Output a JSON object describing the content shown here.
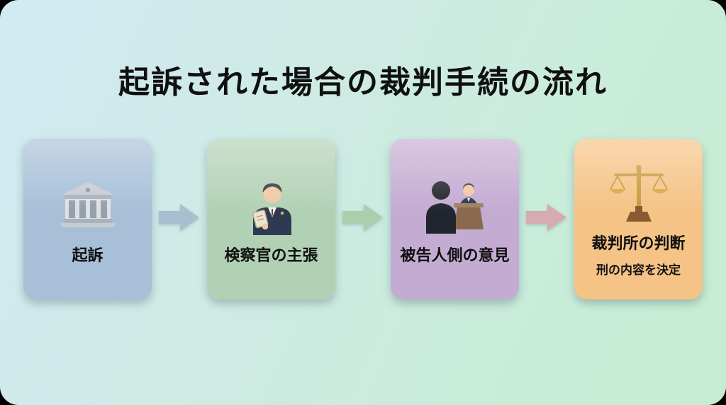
{
  "page": {
    "title": "起訴された場合の裁判手続の流れ"
  },
  "background": {
    "gradient_from": "#d2eaf3",
    "gradient_to": "#c6edd2"
  },
  "steps": [
    {
      "id": "prosecution",
      "label": "起訴",
      "icon": "courthouse-icon",
      "color": "#a7c0d8"
    },
    {
      "id": "prosecutor-argument",
      "label": "検察官の主張",
      "icon": "prosecutor-icon",
      "color": "#b2d1b4"
    },
    {
      "id": "defendant-opinion",
      "label": "被告人側の意見",
      "icon": "defendant-icon",
      "color": "#c4abd2"
    },
    {
      "id": "court-decision",
      "label": "裁判所の判断",
      "sublabel": "刑の内容を決定",
      "icon": "scales-icon",
      "color": "#f5c385"
    }
  ],
  "arrows": [
    {
      "id": "arrow-1",
      "color": "#a9bfd0"
    },
    {
      "id": "arrow-2",
      "color": "#a9cfad"
    },
    {
      "id": "arrow-3",
      "color": "#d6abb2"
    }
  ]
}
